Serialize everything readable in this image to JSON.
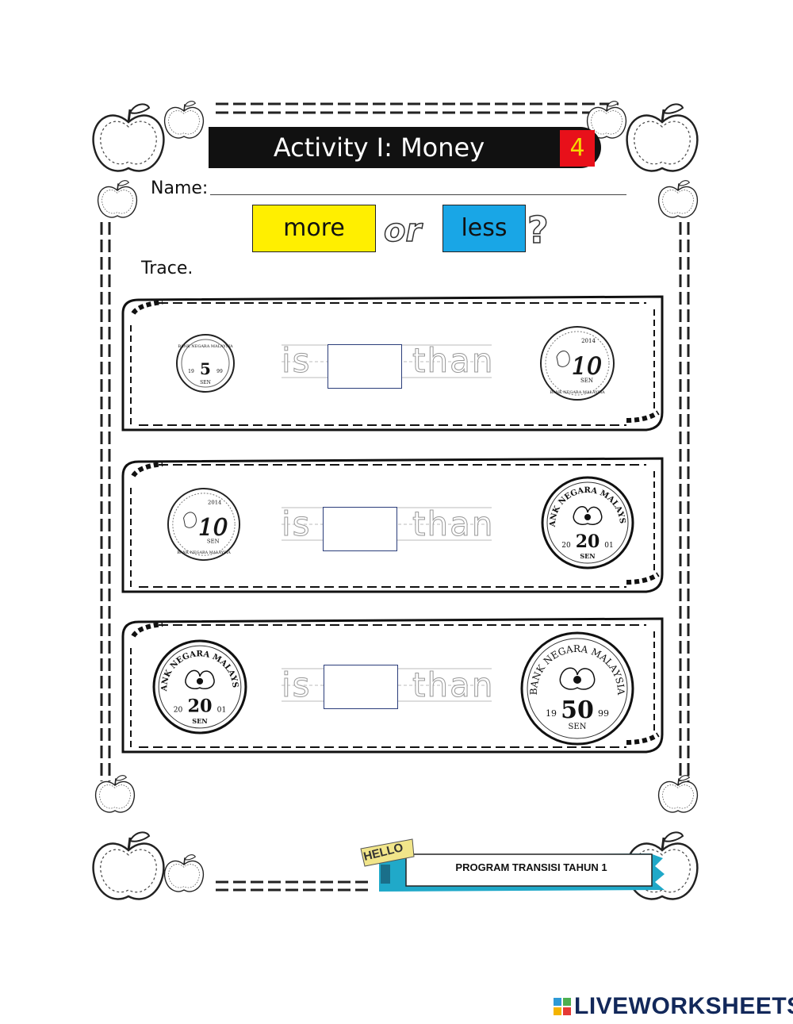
{
  "worksheet": {
    "title": "Activity I: Money",
    "activity_number": "4",
    "name_label": "Name:",
    "choices": {
      "more": "more",
      "or": "or",
      "less": "less",
      "question_mark": "?"
    },
    "instruction": "Trace.",
    "rows": [
      {
        "left_coin": {
          "value": "5",
          "year_left": "19",
          "year_right": "99",
          "unit": "SEN",
          "bank": "BANK NEGARA MALAYSIA"
        },
        "trace_left": "is",
        "trace_right": "than",
        "answer": "",
        "right_coin": {
          "value": "10",
          "year": "2014",
          "unit": "SEN",
          "bank": "BANK NEGARA MALAYSIA"
        }
      },
      {
        "left_coin": {
          "value": "10",
          "year": "2014",
          "unit": "SEN",
          "bank": "BANK NEGARA MALAYSIA"
        },
        "trace_left": "is",
        "trace_right": "than",
        "answer": "",
        "right_coin": {
          "value": "20",
          "year_left": "20",
          "year_right": "01",
          "unit": "SEN",
          "bank": "BANK NEGARA MALAYSIA"
        }
      },
      {
        "left_coin": {
          "value": "20",
          "year_left": "20",
          "year_right": "01",
          "unit": "SEN",
          "bank": "BANK NEGARA MALAYSIA"
        },
        "trace_left": "is",
        "trace_right": "than",
        "answer": "",
        "right_coin": {
          "value": "50",
          "year_left": "19",
          "year_right": "99",
          "unit": "SEN",
          "bank": "BANK NEGARA MALAYSIA"
        }
      }
    ],
    "footer": {
      "hello_tag": "HELLO",
      "program": "PROGRAM TRANSISI TAHUN 1"
    }
  },
  "branding": {
    "name": "LIVEWORKSHEETS"
  },
  "colors": {
    "more_bg": "#ffef00",
    "less_bg": "#19a6e6",
    "badge_bg": "#e8101a",
    "badge_text": "#f5d800",
    "title_bg": "#111111",
    "answer_border": "#2b3d7a",
    "brand": "#12285a"
  }
}
